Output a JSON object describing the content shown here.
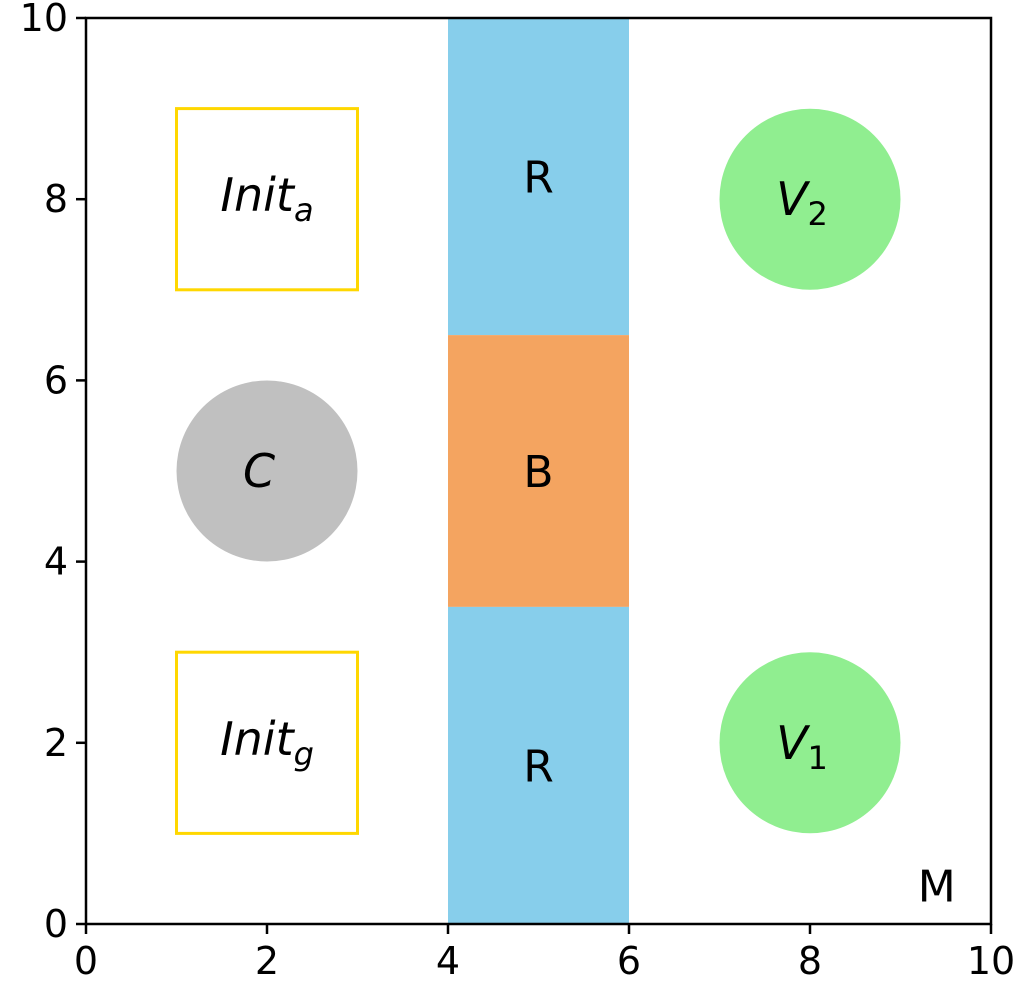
{
  "axes": {
    "xlim": [
      0,
      10
    ],
    "ylim": [
      0,
      10
    ],
    "x_ticks": [
      "0",
      "2",
      "4",
      "6",
      "8",
      "10"
    ],
    "y_ticks": [
      "0",
      "2",
      "4",
      "6",
      "8",
      "10"
    ]
  },
  "regions": [
    {
      "id": "r-top",
      "label": "R",
      "x0": 4,
      "x1": 6,
      "y0": 6.5,
      "y1": 10,
      "color": "#87ceeb"
    },
    {
      "id": "b-mid",
      "label": "B",
      "x0": 4,
      "x1": 6,
      "y0": 3.5,
      "y1": 6.5,
      "color": "#f4a460"
    },
    {
      "id": "r-bottom",
      "label": "R",
      "x0": 4,
      "x1": 6,
      "y0": 0,
      "y1": 3.5,
      "color": "#87ceeb"
    }
  ],
  "boxes": [
    {
      "id": "init-a",
      "base": "Init",
      "sub": "a",
      "x0": 1,
      "x1": 3,
      "y0": 7,
      "y1": 9,
      "color": "#ffd700"
    },
    {
      "id": "init-g",
      "base": "Init",
      "sub": "g",
      "x0": 1,
      "x1": 3,
      "y0": 1,
      "y1": 3,
      "color": "#ffd700"
    }
  ],
  "circles": [
    {
      "id": "c",
      "base": "C",
      "sub": "",
      "cx": 2,
      "cy": 5,
      "r": 1,
      "color": "#c0c0c0"
    },
    {
      "id": "v2",
      "base": "V",
      "sub": "2",
      "cx": 8,
      "cy": 8,
      "r": 1,
      "color": "#90ee90"
    },
    {
      "id": "v1",
      "base": "V",
      "sub": "1",
      "cx": 8,
      "cy": 2,
      "r": 1,
      "color": "#90ee90"
    }
  ],
  "corner_label": "M"
}
